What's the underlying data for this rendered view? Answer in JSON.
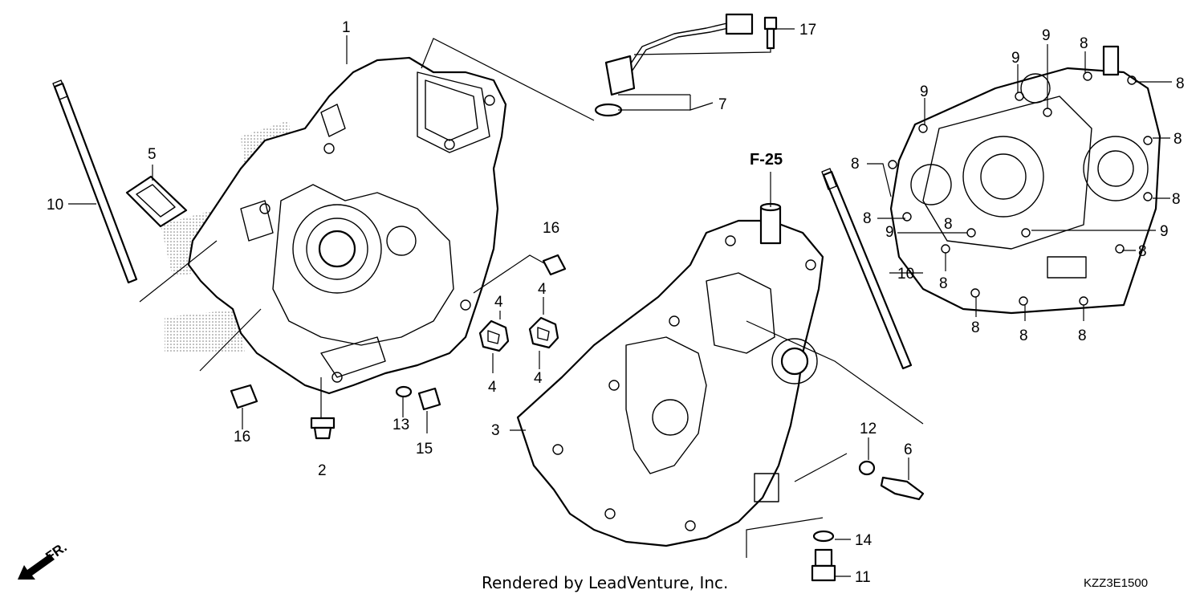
{
  "callouts": {
    "c1": "1",
    "c2": "2",
    "c3": "3",
    "c4a": "4",
    "c4b": "4",
    "c4c": "4",
    "c4d": "4",
    "c5": "5",
    "c6": "6",
    "c7": "7",
    "c8a": "8",
    "c8b": "8",
    "c8c": "8",
    "c8d": "8",
    "c8e": "8",
    "c8f": "8",
    "c8g": "8",
    "c8h": "8",
    "c8i": "8",
    "c8j": "8",
    "c8k": "8",
    "c8l": "8",
    "c9a": "9",
    "c9b": "9",
    "c9c": "9",
    "c9d": "9",
    "c9e": "9",
    "c10a": "10",
    "c10b": "10",
    "c11": "11",
    "c12": "12",
    "c13": "13",
    "c14": "14",
    "c15": "15",
    "c16a": "16",
    "c16b": "16",
    "c17": "17"
  },
  "section_ref": "F-25",
  "credit": "Rendered by LeadVenture, Inc.",
  "diagram_code": "KZZ3E1500",
  "front_indicator": "FR."
}
